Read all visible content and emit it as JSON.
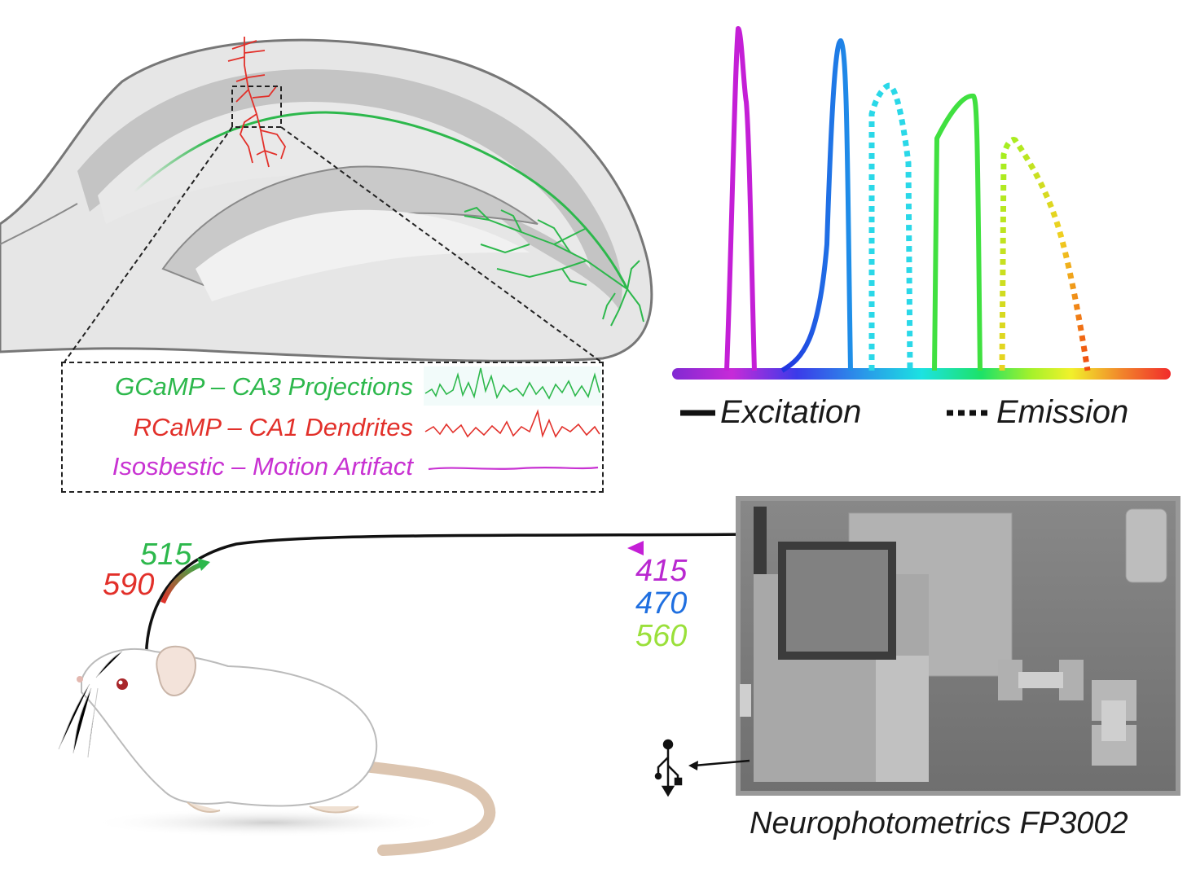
{
  "signals": [
    {
      "label": "GCaMP – CA3 Projections",
      "color": "#2db84c"
    },
    {
      "label": "RCaMP – CA1 Dendrites",
      "color": "#e2302a"
    },
    {
      "label": "Isosbestic – Motion Artifact",
      "color": "#c832d2"
    }
  ],
  "spectrum_legend": {
    "excitation": "Excitation",
    "emission": "Emission"
  },
  "emission_wavelengths": {
    "green": "515",
    "red": "590"
  },
  "excitation_wavelengths": {
    "violet": "415",
    "blue": "470",
    "lime": "560"
  },
  "device": {
    "name": "Neurophotometrics FP3002"
  },
  "icons": [
    "usb-icon",
    "mouse-illustration",
    "hippocampus-illustration",
    "fp3002-device-render"
  ],
  "colors": {
    "green": "#2db84c",
    "red": "#e2302a",
    "violet": "#c832d2",
    "blue": "#1f6fe0",
    "lime": "#9ae03a"
  }
}
